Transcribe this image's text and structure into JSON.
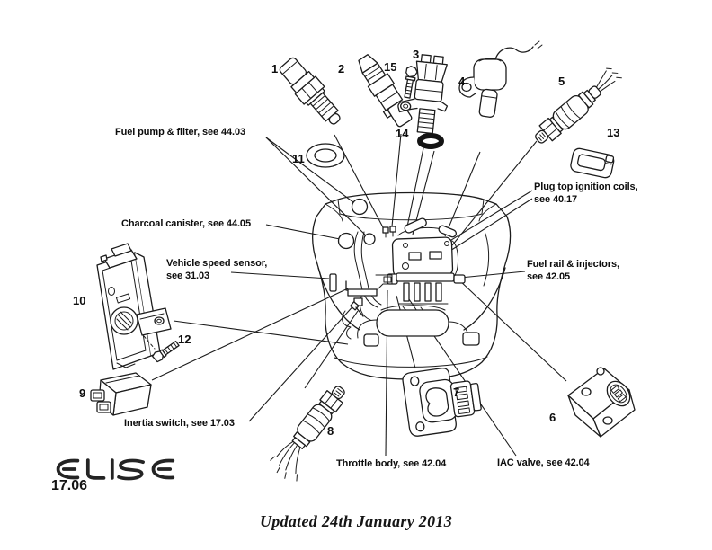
{
  "branding": {
    "logo_text": "ELISE",
    "page_number": "17.06"
  },
  "footer": {
    "updated": "Updated 24th January 2013"
  },
  "callouts": {
    "fuel_pump": "Fuel pump & filter, see 44.03",
    "charcoal_canister": "Charcoal canister, see 44.05",
    "vehicle_speed_sensor_line1": "Vehicle speed sensor,",
    "vehicle_speed_sensor_line2": "see 31.03",
    "plug_top_coils_line1": "Plug top ignition coils,",
    "plug_top_coils_line2": "see 40.17",
    "fuel_rail_line1": "Fuel rail & injectors,",
    "fuel_rail_line2": "see 42.05",
    "inertia_switch": "Inertia switch, see 17.03",
    "throttle_body": "Throttle body, see 42.04",
    "iac_valve": "IAC valve, see 42.04"
  },
  "part_numbers": {
    "p1": "1",
    "p2": "2",
    "p3": "3",
    "p4": "4",
    "p5": "5",
    "p6": "6",
    "p7": "7",
    "p8": "8",
    "p9": "9",
    "p10": "10",
    "p11": "11",
    "p12": "12",
    "p13": "13",
    "p14": "14",
    "p15": "15"
  },
  "colors": {
    "ink": "#1c1c1c",
    "paper": "#ffffff"
  }
}
